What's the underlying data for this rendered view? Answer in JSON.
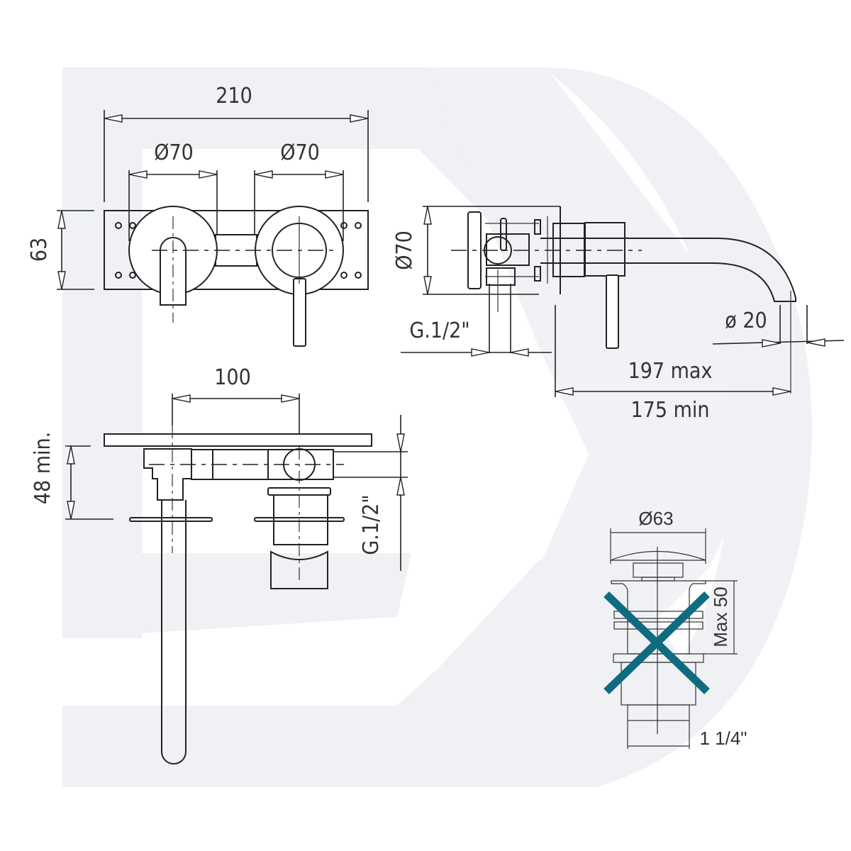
{
  "title": "Wall-mounted basin mixer technical drawing",
  "front_view": {
    "overall_width": "210",
    "left_rosette_diameter": "Ø70",
    "right_rosette_diameter": "Ø70",
    "plate_height": "63"
  },
  "side_view": {
    "body_diameter": "Ø70",
    "connection": "G.1/2\"",
    "spout_outlet_diameter": "ø 20",
    "projection_max": "197 max",
    "projection_min": "175 min"
  },
  "top_view": {
    "centre_distance": "100",
    "min_depth": "48 min.",
    "connection": "G.1/2\""
  },
  "waste_detail": {
    "cap_diameter": "Ø63",
    "max_thickness": "Max 50",
    "thread_size": "1 1/4\"",
    "status": "crossed-out (not included)",
    "cross_color": "#0f6b80"
  },
  "colors": {
    "line": "#222222",
    "watermark": "#eff1f5",
    "background": "#ffffff"
  }
}
